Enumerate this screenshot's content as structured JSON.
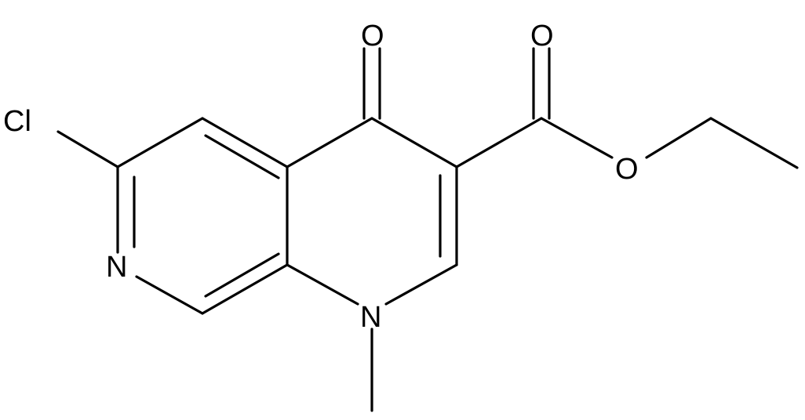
{
  "molecule": {
    "atoms": {
      "cl": "Cl",
      "n_ring": "N",
      "n_methyl": "N",
      "o_ketone": "O",
      "o_carbonyl": "O",
      "o_ester": "O"
    }
  },
  "colors": {
    "bond": "#000000",
    "background": "#ffffff"
  }
}
